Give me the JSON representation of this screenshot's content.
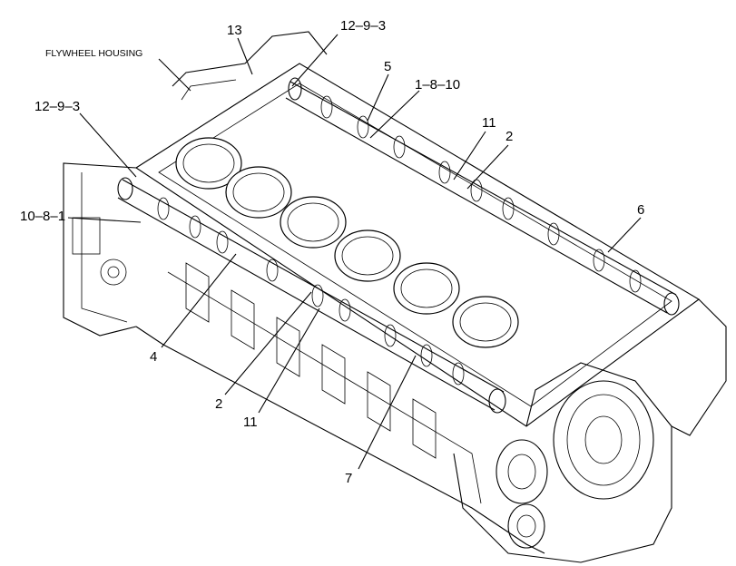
{
  "labels": {
    "flywheel_housing": "FLYWHEEL HOUSING",
    "l13": "13",
    "l12_9_3_top": "12–9–3",
    "l5": "5",
    "l1_8_10": "1–8–10",
    "l11_top": "11",
    "l2_top": "2",
    "l12_9_3_left": "12–9–3",
    "l10_8_1": "10–8–1",
    "l6": "6",
    "l4": "4",
    "l2_bottom": "2",
    "l11_bottom": "11",
    "l7": "7"
  }
}
